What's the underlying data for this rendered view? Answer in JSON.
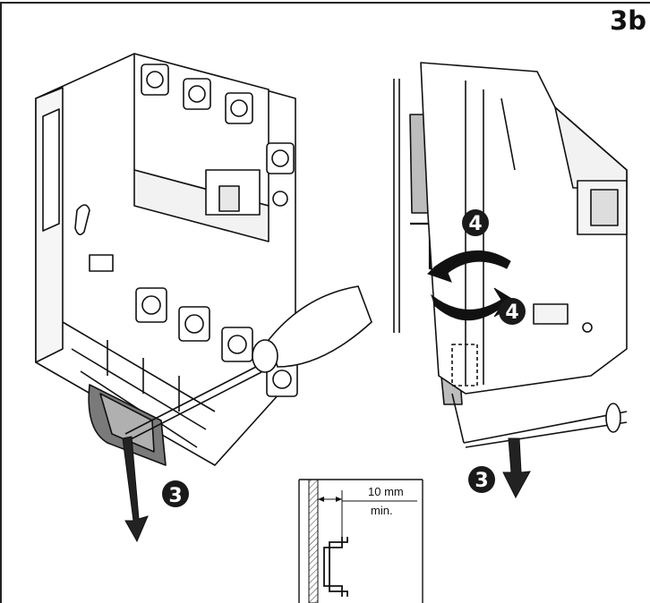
{
  "header": {
    "step_id": "3b"
  },
  "callouts": {
    "release_left": "3",
    "release_right": "3",
    "tilt_upper": "4",
    "tilt_lower": "4"
  },
  "clearance_detail": {
    "distance": "10 mm",
    "qualifier": "min."
  },
  "colors": {
    "ink": "#111111",
    "rail_fill": "#bdbdbd",
    "callout_fill": "#1a1a1a"
  },
  "icons": [
    "screwdriver-icon",
    "down-arrow-icon",
    "rotate-arrow-icon"
  ]
}
